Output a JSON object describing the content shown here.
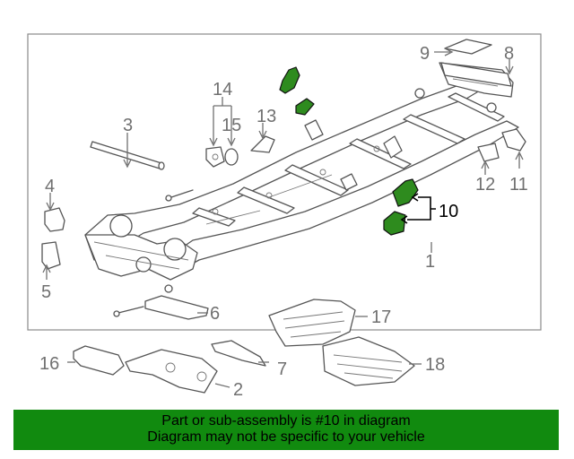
{
  "diagram": {
    "callouts": {
      "c1": "1",
      "c2": "2",
      "c3": "3",
      "c4": "4",
      "c5": "5",
      "c6": "6",
      "c7": "7",
      "c8": "8",
      "c9": "9",
      "c10": "10",
      "c11": "11",
      "c12": "12",
      "c13": "13",
      "c14": "14",
      "c15": "15",
      "c16": "16",
      "c17": "17",
      "c18": "18"
    },
    "highlighted_part": "10",
    "colors": {
      "highlight": "#2e8b1e",
      "banner": "#118a0f",
      "line": "#555555",
      "callout": "#707070"
    }
  },
  "banner": {
    "line1": "Part or sub-assembly is #10 in diagram",
    "line2": "Diagram may not be specific to your vehicle"
  }
}
